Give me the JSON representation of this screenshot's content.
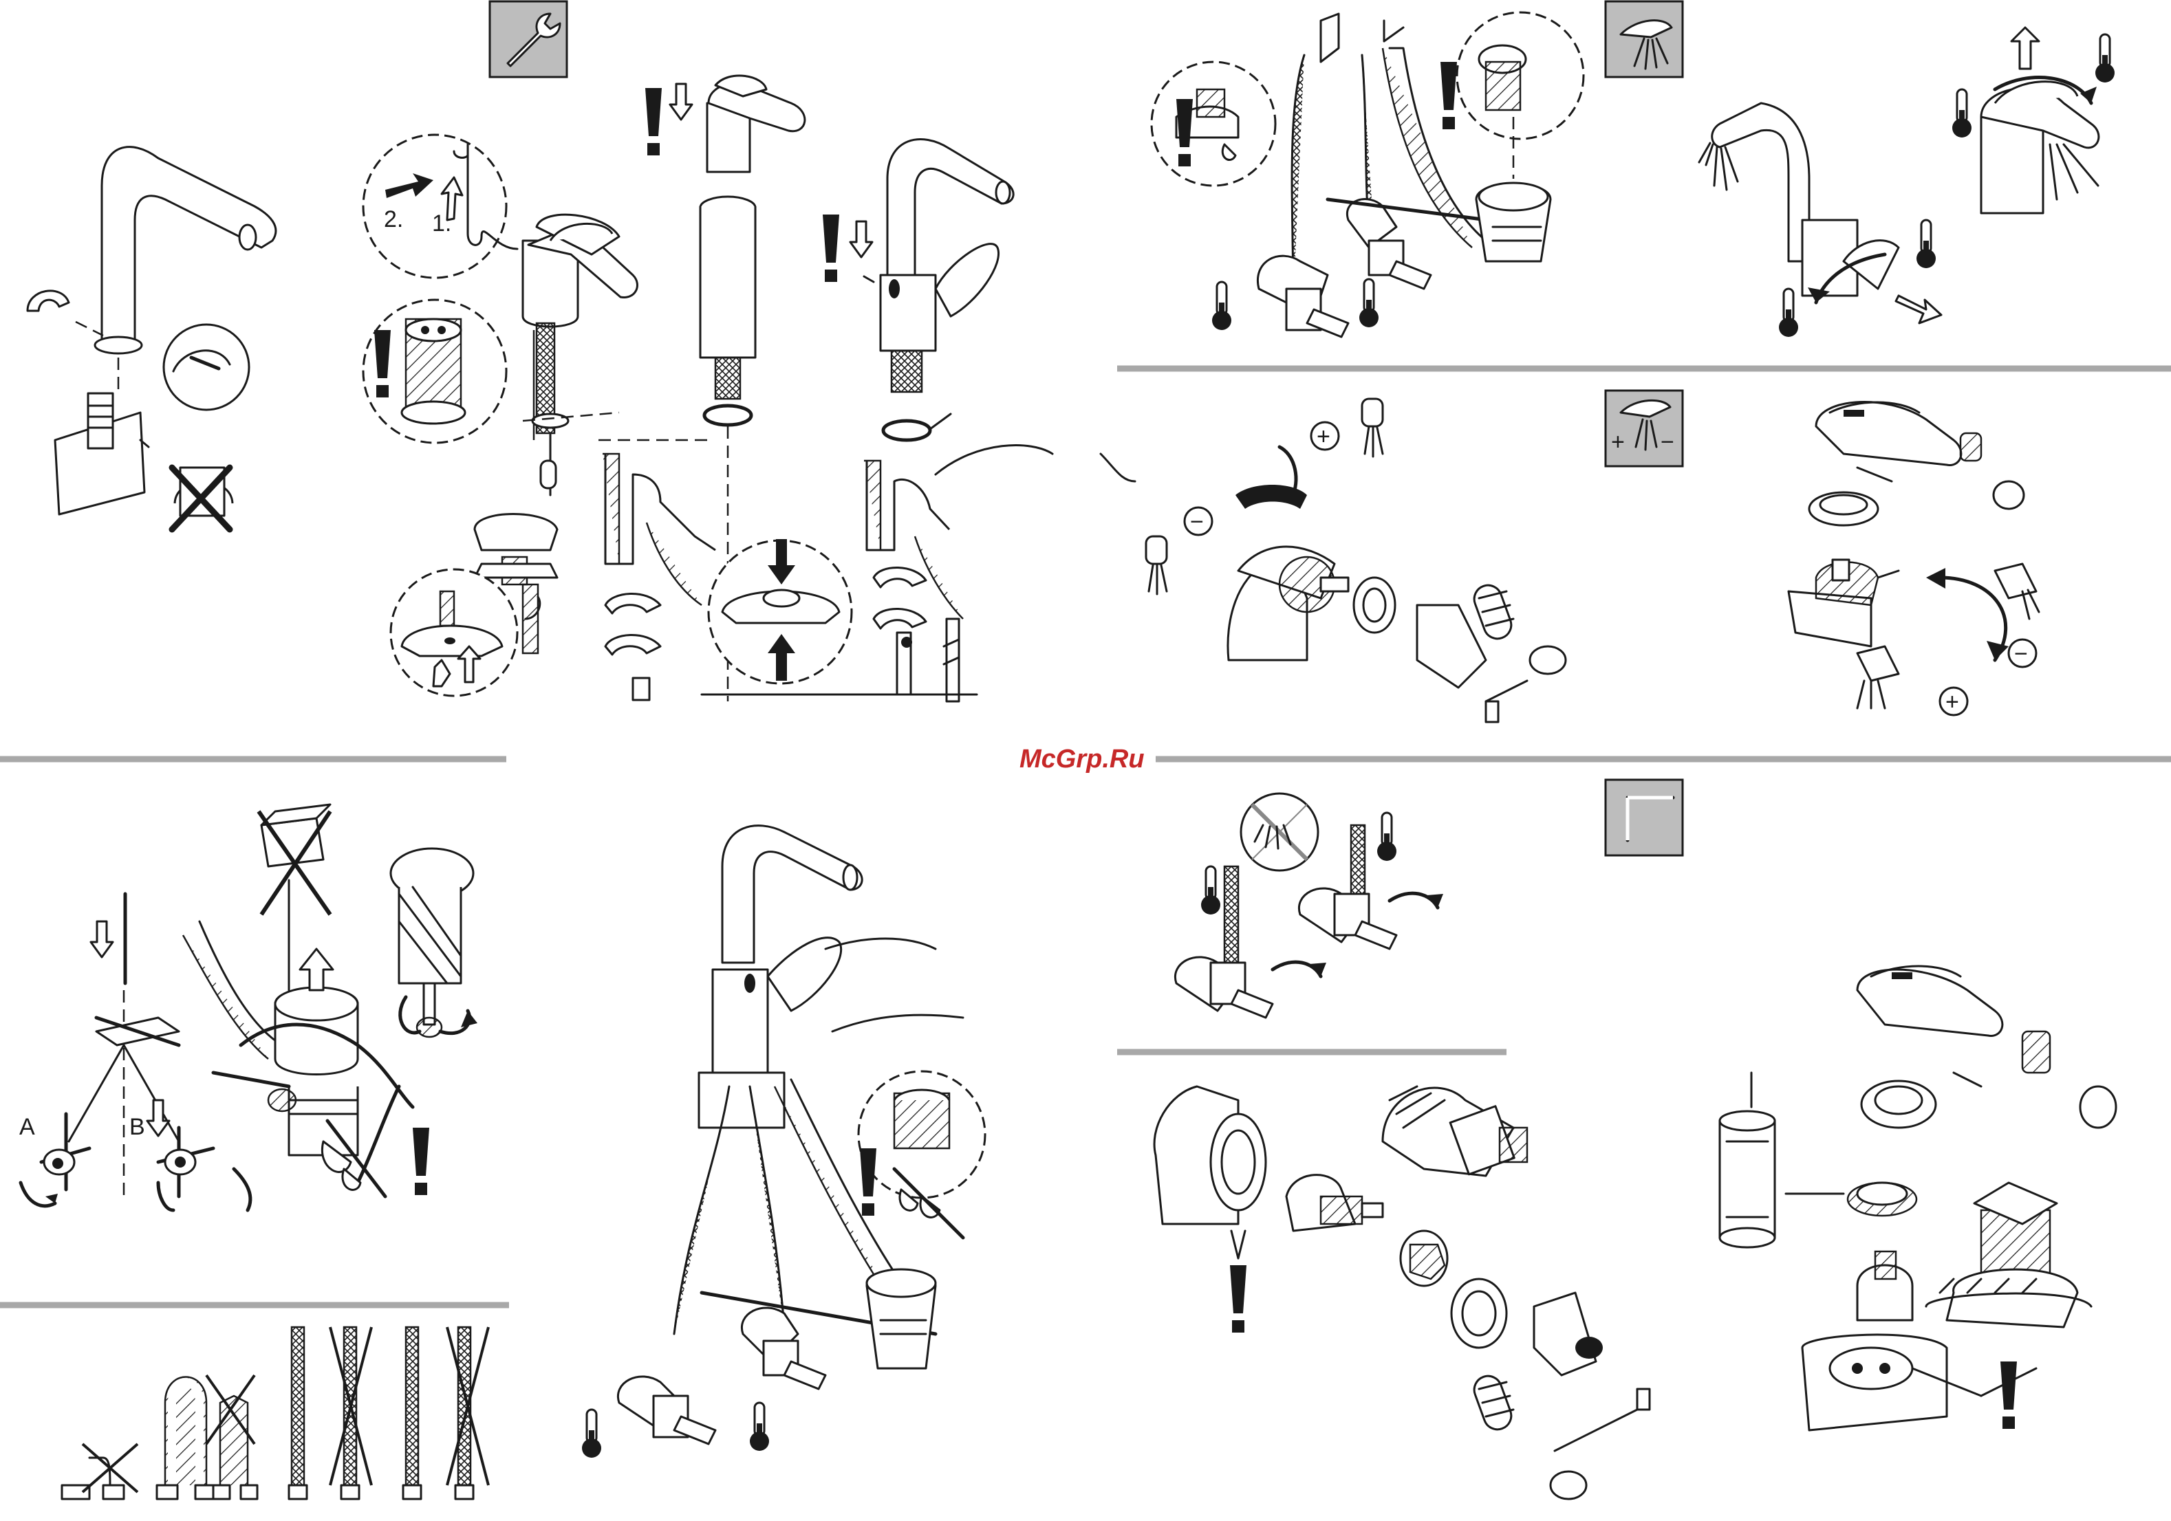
{
  "watermark": "McGrp.Ru",
  "labels": {
    "step_2": "2.",
    "step_1": "1.",
    "variant_a": "A",
    "variant_b": "B",
    "plus_a": "+",
    "minus_a": "−",
    "plus_b": "+",
    "minus_b": "−",
    "box_plus": "+",
    "box_minus": "−"
  },
  "icons": {
    "tool": "wrench-icon",
    "spray": "spray-icon",
    "adjust": "plus-minus-icon",
    "hexkey": "hex-key-icon",
    "warning": "exclamation-icon",
    "temperature": "thermometer-icon"
  },
  "colors": {
    "line": "#1a1a1a",
    "separator": "#a8a8a8",
    "icon_box": "#bdbdbd",
    "watermark": "#c62828"
  }
}
